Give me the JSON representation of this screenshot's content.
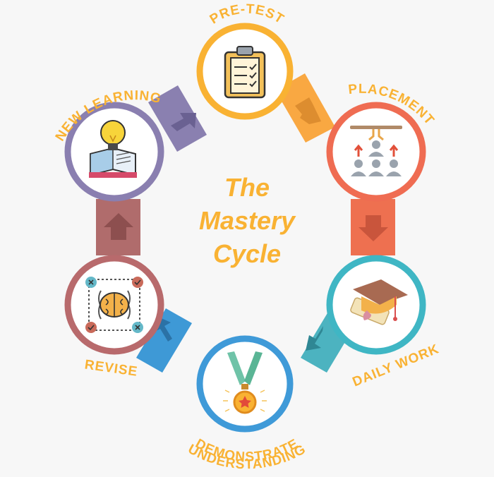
{
  "title": {
    "line1": "The",
    "line2": "Mastery",
    "line3": "Cycle",
    "color": "#f9b233"
  },
  "label_color": "#f9b233",
  "stages": [
    {
      "id": "pre-test",
      "label": "PRE-TEST",
      "icon": "clipboard-checklist-icon",
      "ring_color": "#f9b233"
    },
    {
      "id": "placement",
      "label": "PLACEMENT",
      "icon": "people-placement-icon",
      "ring_color": "#ef6c52"
    },
    {
      "id": "daily-work",
      "label": "DAILY WORK",
      "icon": "graduation-cap-diploma-icon",
      "ring_color": "#3fb6c4"
    },
    {
      "id": "demonstrate-understanding",
      "label_line1": "DEMONSTRATE",
      "label_line2": "UNDERSTANDING",
      "icon": "medal-icon",
      "ring_color": "#3f9ad8"
    },
    {
      "id": "revise",
      "label": "REVISE",
      "icon": "brain-icon",
      "ring_color": "#b86a6c"
    },
    {
      "id": "new-learning",
      "label": "NEW LEARNING",
      "icon": "lightbulb-book-icon",
      "ring_color": "#8a7fb0"
    }
  ],
  "connectors": [
    {
      "from": "pre-test",
      "to": "placement",
      "color": "#f9a842"
    },
    {
      "from": "placement",
      "to": "daily-work",
      "color": "#ee7050"
    },
    {
      "from": "daily-work",
      "to": "demonstrate-understanding",
      "color": "#4cb3c0"
    },
    {
      "from": "demonstrate-understanding",
      "to": "revise",
      "color": "#3e99d6"
    },
    {
      "from": "revise",
      "to": "new-learning",
      "color": "#b06c6c"
    },
    {
      "from": "new-learning",
      "to": "pre-test",
      "color": "#8a80b0"
    }
  ]
}
